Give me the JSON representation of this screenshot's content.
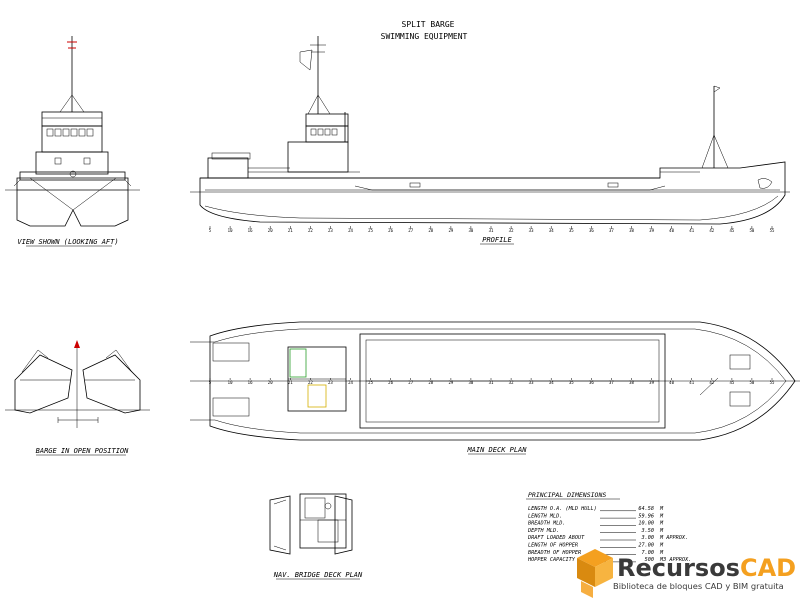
{
  "title": {
    "line1": "SPLIT BARGE",
    "line2": "SWIMMING EQUIPMENT"
  },
  "captions": {
    "front_view": "VIEW SHOWN (LOOKING AFT)",
    "profile": "PROFILE",
    "open_position": "BARGE IN OPEN POSITION",
    "main_deck": "MAIN DECK PLAN",
    "nav_bridge": "NAV. BRIDGE DECK PLAN"
  },
  "frame_numbers": [
    "5",
    "10",
    "16",
    "20",
    "21",
    "22",
    "23",
    "24",
    "25",
    "26",
    "27",
    "28",
    "29",
    "30",
    "31",
    "32",
    "33",
    "34",
    "35",
    "36",
    "37",
    "38",
    "39",
    "40",
    "41",
    "42",
    "45",
    "50",
    "55"
  ],
  "principal_dimensions": {
    "heading": "PRINCIPAL DIMENSIONS",
    "rows": [
      {
        "label": "LENGTH O.A. (MLD HULL)",
        "value": "64.58",
        "unit": "M"
      },
      {
        "label": "LENGTH MLD.",
        "value": "59.96",
        "unit": "M"
      },
      {
        "label": "BREADTH MLD.",
        "value": "10.00",
        "unit": "M"
      },
      {
        "label": "DEPTH MLD.",
        "value": "3.50",
        "unit": "M"
      },
      {
        "label": "DRAFT LOADED ABOUT",
        "value": "3.00",
        "unit": "M APPROX."
      },
      {
        "label": "LENGTH OF HOPPER",
        "value": "27.00",
        "unit": "M"
      },
      {
        "label": "BREADTH OF HOPPER",
        "value": "7.00",
        "unit": "M"
      },
      {
        "label": "HOPPER CAPACITY",
        "value": "500",
        "unit": "M3 APPROX."
      }
    ]
  },
  "watermark": {
    "brand_prefix": "Recursos",
    "brand_suffix": "CAD",
    "tagline": "Biblioteca de bloques CAD y BIM gratuita",
    "colors": {
      "orange": "#f4a020",
      "dark": "#3a3a3a"
    }
  }
}
